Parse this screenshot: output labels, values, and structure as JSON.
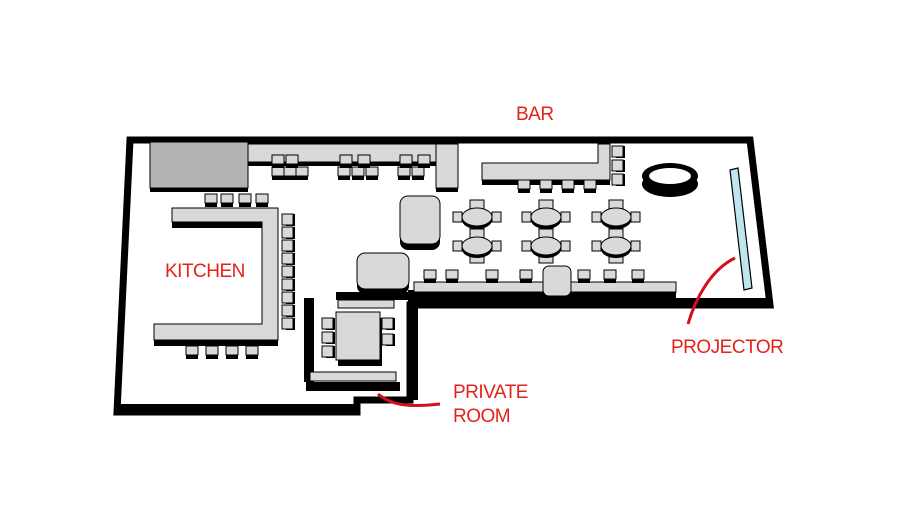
{
  "labels": {
    "bar": "BAR",
    "kitchen": "KITCHEN",
    "private_room_line1": "PRIVATE",
    "private_room_line2": "ROOM",
    "projector": "PROJECTOR"
  },
  "colors": {
    "label": "#e2231a",
    "callout": "#d40f1e",
    "wall": "#000000",
    "furniture_top": "#d9d9d9",
    "furniture_side": "#8c8c8c",
    "floor": "#ffffff",
    "projector_screen": "#bfe6ee"
  }
}
